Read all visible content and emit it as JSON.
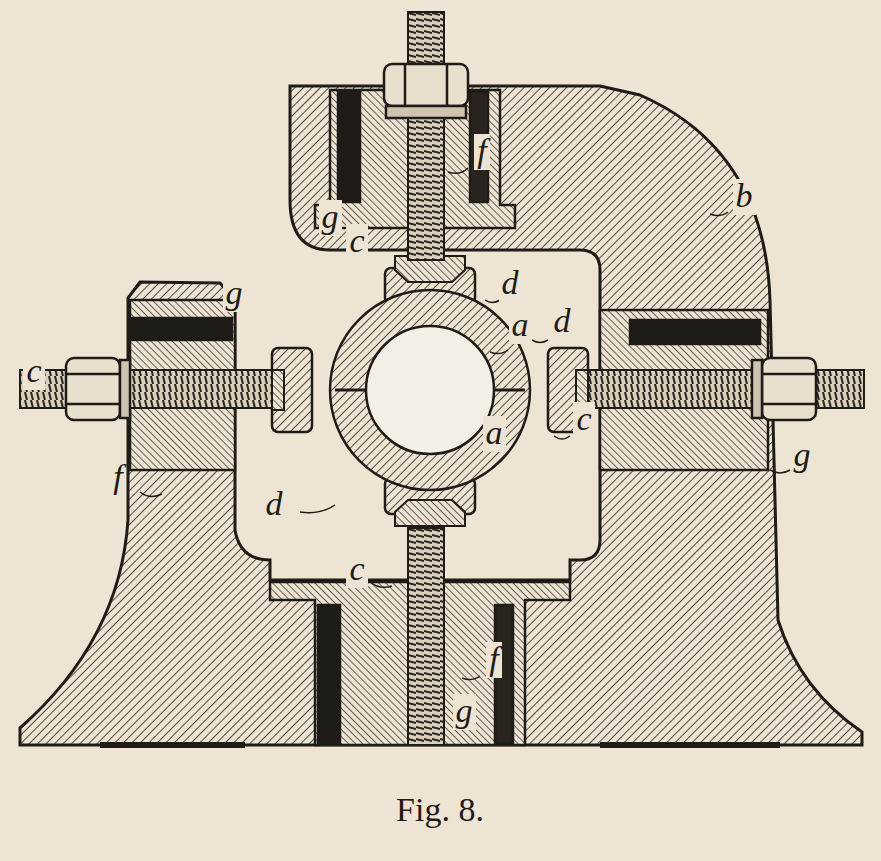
{
  "diagram": {
    "caption": "Fig. 8.",
    "labels": [
      "f",
      "g",
      "c",
      "d",
      "a",
      "d",
      "b",
      "g",
      "c",
      "f",
      "d",
      "a",
      "c",
      "c",
      "f",
      "g",
      "g"
    ]
  }
}
